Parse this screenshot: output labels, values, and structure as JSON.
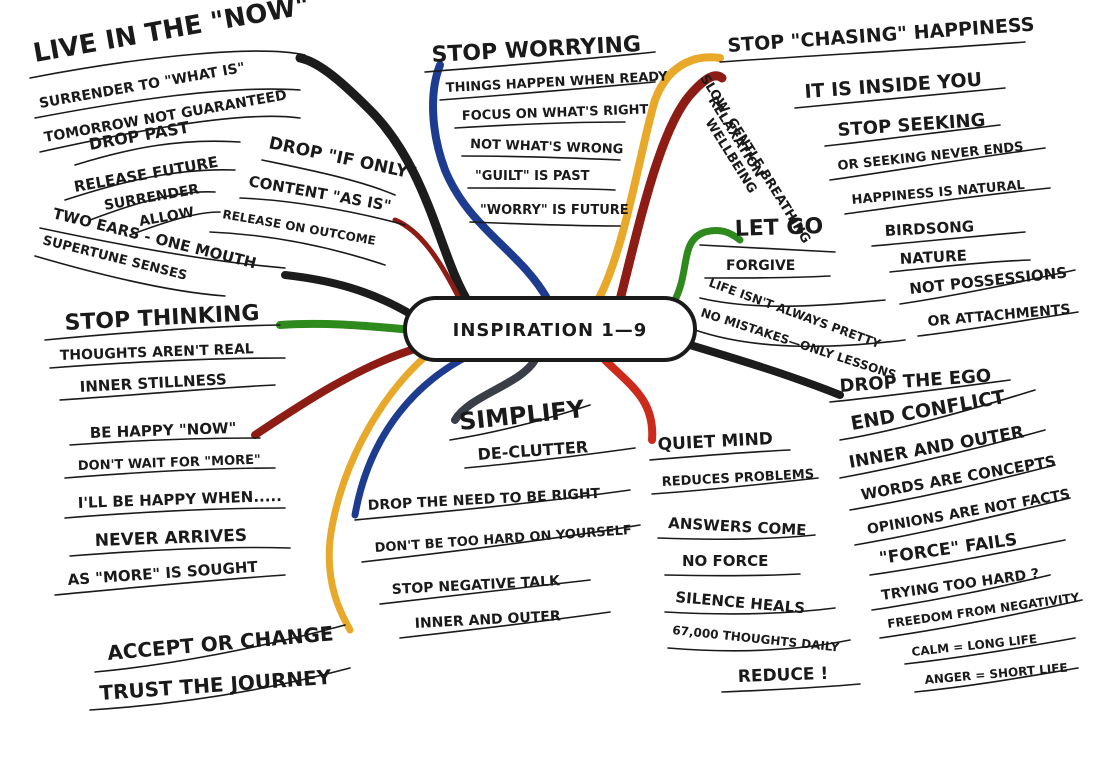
{
  "palette": {
    "black": "#1c1c1c",
    "navy": "#1d3c8f",
    "yellow": "#e8a92a",
    "dark_red": "#8c1c14",
    "green": "#2f8a1e",
    "slate": "#3a3e46",
    "red": "#cc2a1a"
  },
  "center": {
    "label": "INSPIRATION 1—9"
  },
  "branches": {
    "live_now": {
      "title": "LIVE IN THE \"NOW\"",
      "items": [
        "SURRENDER TO \"WHAT IS\"",
        "TOMORROW NOT GUARANTEED",
        "DROP PAST",
        "RELEASE FUTURE",
        "SURRENDER",
        "ALLOW"
      ]
    },
    "drop_if_only": {
      "title": "DROP \"IF ONLY\"",
      "items": [
        "CONTENT \"AS IS\"",
        "RELEASE ON OUTCOME"
      ]
    },
    "two_ears": {
      "title": "TWO EARS - ONE MOUTH",
      "items": [
        "SUPERTUNE SENSES"
      ]
    },
    "stop_thinking": {
      "title": "STOP THINKING",
      "items": [
        "THOUGHTS AREN'T REAL",
        "INNER STILLNESS"
      ]
    },
    "be_happy": {
      "title": "BE HAPPY \"NOW\"",
      "items": [
        "DON'T WAIT FOR \"MORE\"",
        "I'LL BE HAPPY WHEN.....",
        "NEVER ARRIVES",
        "AS \"MORE\" IS SOUGHT"
      ]
    },
    "accept": {
      "title": "ACCEPT OR CHANGE",
      "items": [
        "TRUST THE JOURNEY"
      ]
    },
    "stop_worrying": {
      "title": "STOP WORRYING",
      "items": [
        "THINGS HAPPEN WHEN READY",
        "FOCUS ON WHAT'S RIGHT",
        "NOT WHAT'S WRONG",
        "\"GUILT\" IS PAST",
        "\"WORRY\" IS FUTURE"
      ]
    },
    "slow_breathing": {
      "title": "SLOW, GENTLE BREATHING",
      "items": [
        "RELAXATION",
        "WELLBEING"
      ]
    },
    "stop_chasing": {
      "title": "STOP \"CHASING\" HAPPINESS",
      "items": [
        "IT IS INSIDE YOU",
        "STOP SEEKING",
        "OR SEEKING NEVER ENDS",
        "HAPPINESS IS NATURAL",
        "BIRDSONG",
        "NATURE",
        "NOT POSSESSIONS",
        "OR ATTACHMENTS"
      ]
    },
    "let_go": {
      "title": "LET GO",
      "items": [
        "FORGIVE",
        "LIFE ISN'T ALWAYS PRETTY",
        "NO MISTAKES—ONLY LESSONS"
      ]
    },
    "drop_ego": {
      "title": "DROP THE EGO",
      "items": [
        "END CONFLICT",
        "INNER AND OUTER",
        "WORDS ARE CONCEPTS",
        "OPINIONS ARE NOT FACTS",
        "\"FORCE\" FAILS",
        "TRYING TOO HARD ?",
        "FREEDOM FROM NEGATIVITY",
        "CALM = LONG LIFE",
        "ANGER = SHORT LIFE"
      ]
    },
    "simplify": {
      "title": "SIMPLIFY",
      "items": [
        "DE-CLUTTER",
        "DROP THE NEED TO BE RIGHT",
        "DON'T BE TOO HARD ON YOURSELF",
        "STOP NEGATIVE TALK",
        "INNER AND OUTER"
      ]
    },
    "quiet_mind": {
      "title": "QUIET MIND",
      "items": [
        "REDUCES PROBLEMS",
        "ANSWERS COME",
        "NO FORCE",
        "SILENCE HEALS",
        "67,000 THOUGHTS DAILY",
        "REDUCE !"
      ]
    }
  }
}
